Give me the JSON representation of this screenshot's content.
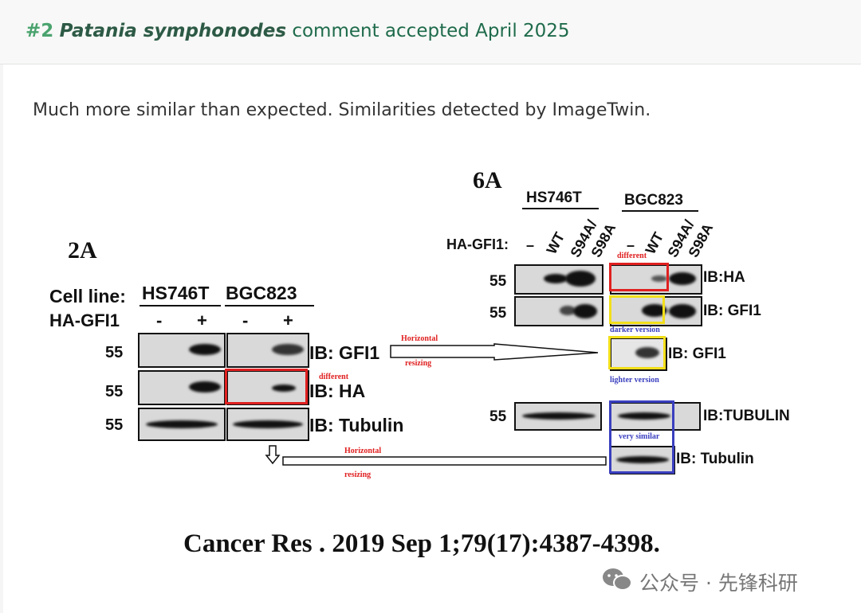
{
  "header": {
    "number": "#2",
    "species": "Patania symphonodes",
    "status": "comment accepted April 2025"
  },
  "description": "Much more similar than expected. Similarities detected by ImageTwin.",
  "figure": {
    "left": {
      "label": "2A",
      "cell_line_label": "Cell line:",
      "lines": [
        "HS746T",
        "BGC823"
      ],
      "treatment_label": "HA-GFI1",
      "treatments": [
        "-",
        "+",
        "-",
        "+"
      ],
      "mw": [
        "55",
        "55",
        "55"
      ],
      "blots": [
        "IB: GFI1",
        "IB: HA",
        "IB: Tubulin"
      ],
      "note_different": "different"
    },
    "right": {
      "label": "6A",
      "lines": [
        "HS746T",
        "BGC823"
      ],
      "treatment_label": "HA-GFI1:",
      "lanes": [
        "–",
        "WT",
        "S94A/",
        "S98A",
        "–",
        "WT",
        "S94A/",
        "S98A"
      ],
      "mw": [
        "55",
        "55",
        "55"
      ],
      "blots": [
        "IB:HA",
        "IB: GFI1",
        "IB: GFI1",
        "IB:TUBULIN",
        "IB: Tubulin"
      ],
      "note_different": "different",
      "note_darker": "darker version",
      "note_lighter": "lighter version",
      "note_similar": "very similar"
    },
    "arrows": [
      {
        "line1": "Horizontal",
        "line2": "resizing"
      },
      {
        "line1": "Horizontal",
        "line2": "resizing"
      }
    ]
  },
  "citation": "Cancer Res . 2019 Sep 1;79(17):4387-4398.",
  "watermark": "公众号 · 先锋科研",
  "colors": {
    "header_green": "#1f6b4c",
    "red_box": "#e02020",
    "yellow_box": "#f2df1a",
    "blue_box": "#3a3fbf"
  }
}
